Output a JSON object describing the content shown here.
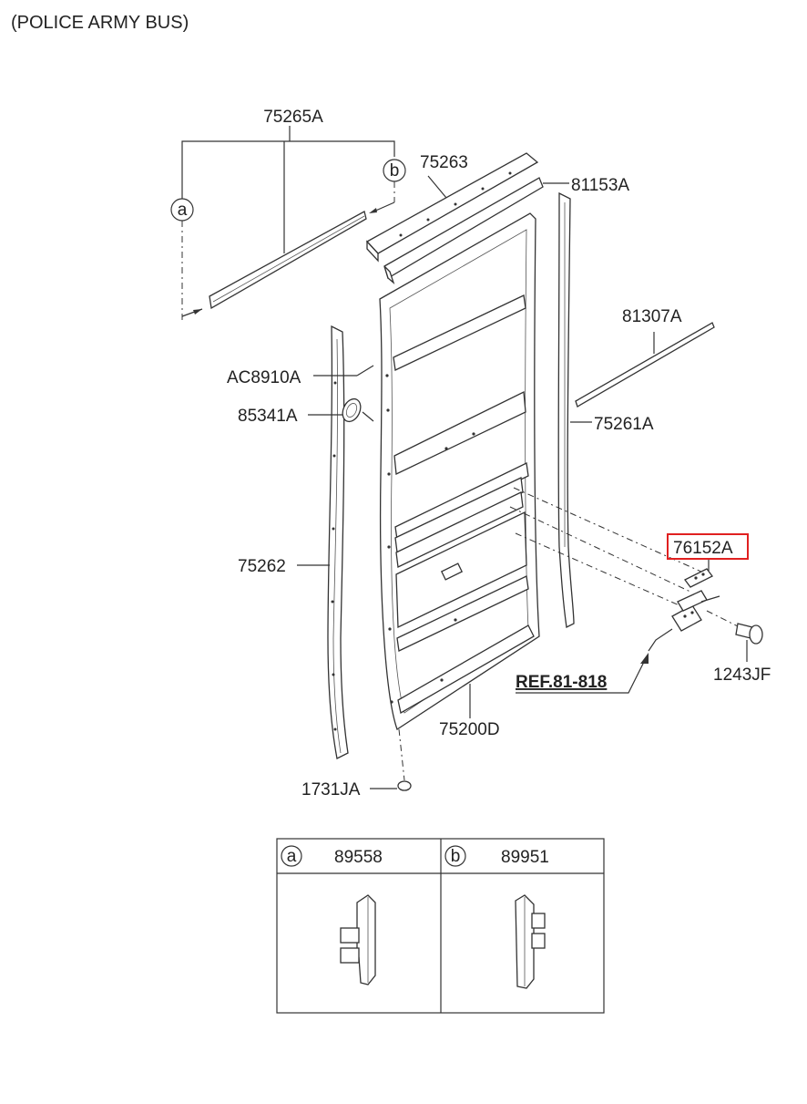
{
  "header": {
    "title": "(POLICE ARMY BUS)"
  },
  "labels": {
    "p75265A": "75265A",
    "p75263": "75263",
    "p81153A": "81153A",
    "p81307A": "81307A",
    "pAC8910A": "AC8910A",
    "p85341A": "85341A",
    "p75261A": "75261A",
    "p75262": "75262",
    "p76152A": "76152A",
    "p1243JF": "1243JF",
    "ref": "REF.81-818",
    "p75200D": "75200D",
    "p1731JA": "1731JA"
  },
  "callouts": {
    "a": "a",
    "b": "b"
  },
  "detail_table": {
    "cells": [
      {
        "callout": "a",
        "part": "89558"
      },
      {
        "callout": "b",
        "part": "89951"
      }
    ]
  },
  "highlight": {
    "part": "76152A",
    "color": "#e02020"
  }
}
